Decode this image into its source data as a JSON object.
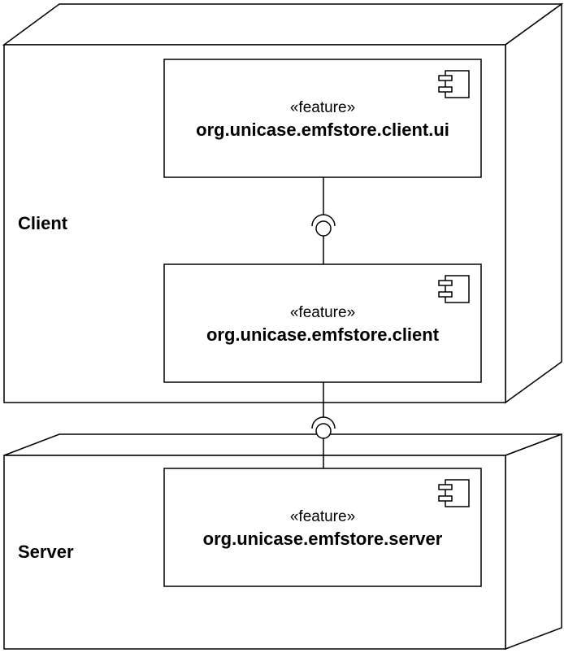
{
  "nodes": {
    "client": {
      "label": "Client"
    },
    "server": {
      "label": "Server"
    }
  },
  "components": {
    "client_ui": {
      "stereotype": "«feature»",
      "name": "org.unicase.emfstore.client.ui"
    },
    "client": {
      "stereotype": "«feature»",
      "name": "org.unicase.emfstore.client"
    },
    "server": {
      "stereotype": "«feature»",
      "name": "org.unicase.emfstore.server"
    }
  },
  "icons": {
    "component": "component-icon",
    "interface": "ball-and-socket-icon"
  },
  "colors": {
    "stroke": "#000000",
    "background": "#ffffff"
  }
}
